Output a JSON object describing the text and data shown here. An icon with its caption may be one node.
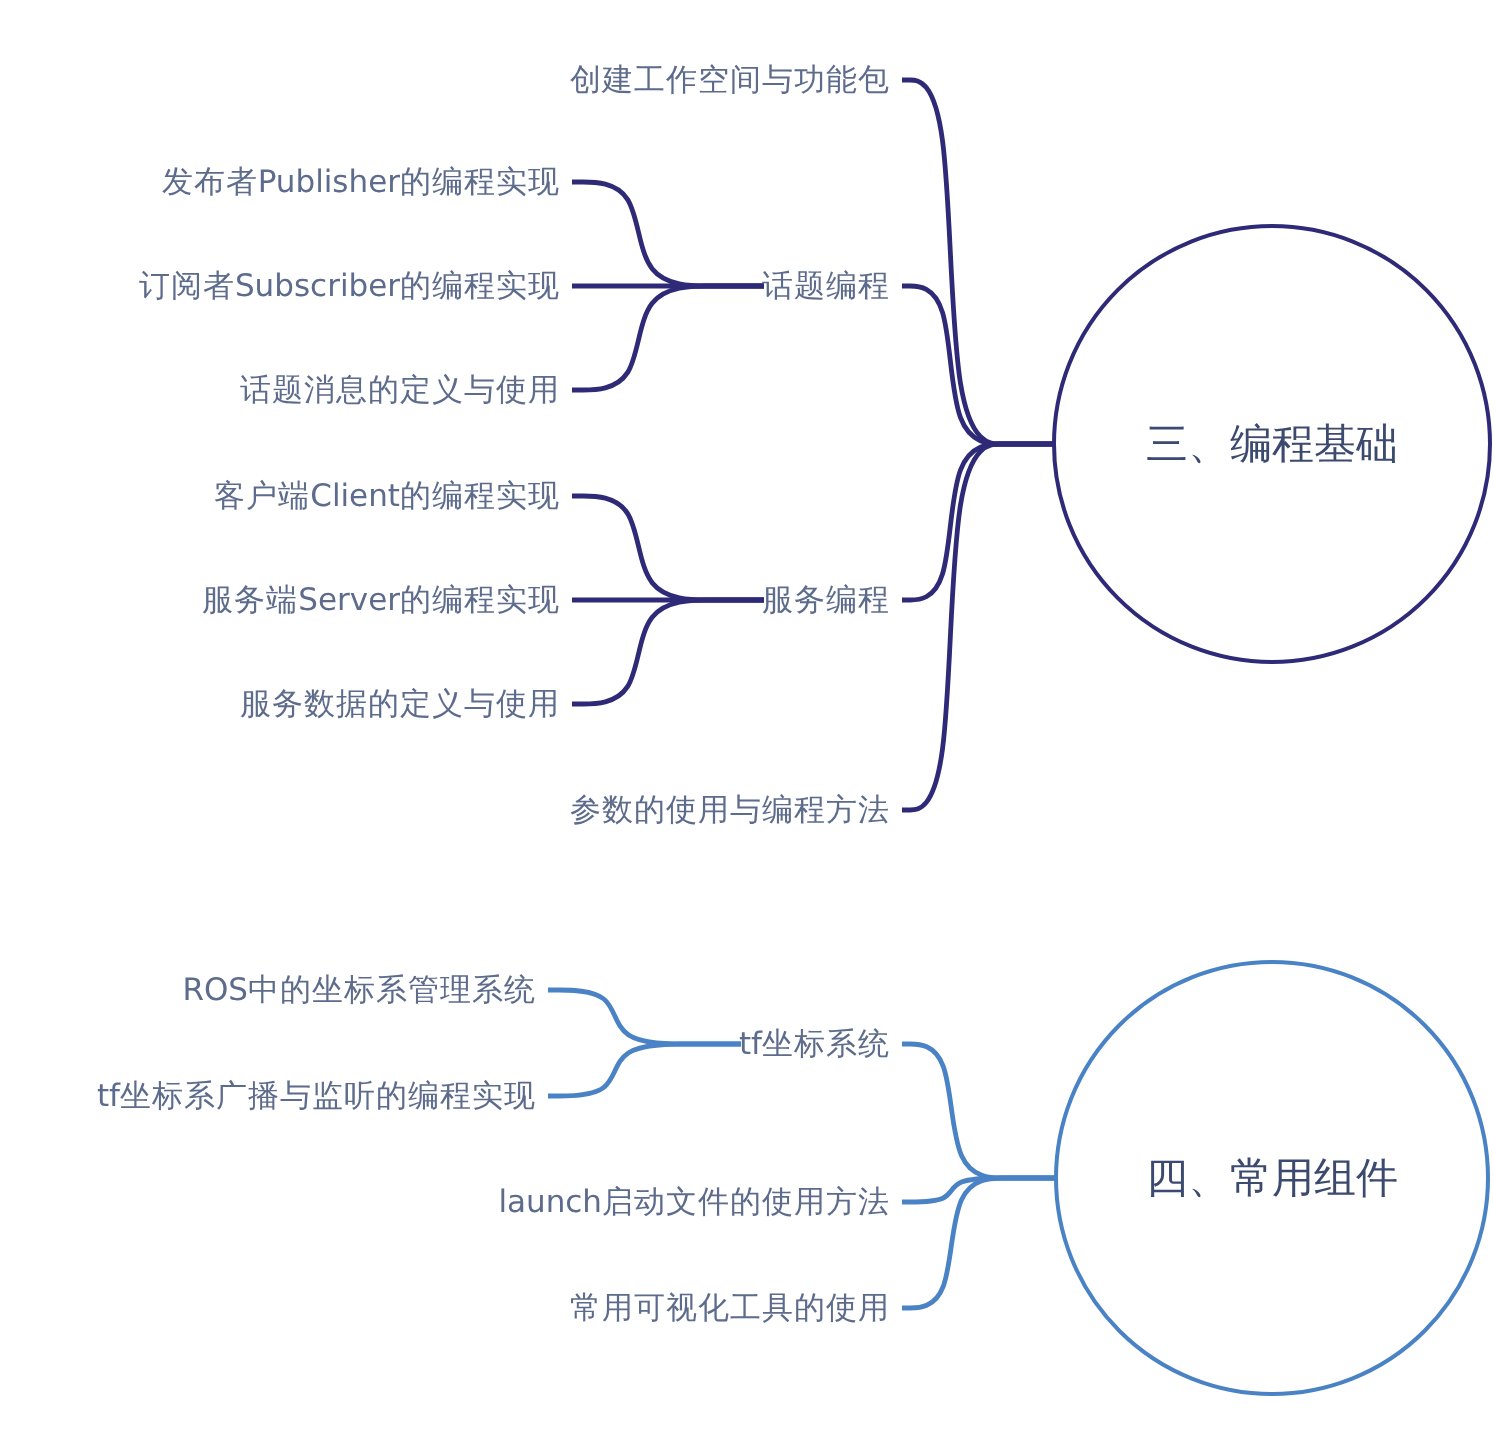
{
  "diagram": {
    "nodes": [
      {
        "text": [
          "三、编程基础"
        ]
      },
      {
        "text": [
          "创建工作空间与功能包"
        ]
      },
      {
        "text": [
          "话题编程"
        ]
      },
      {
        "text": [
          "发布者Publisher的编程实现"
        ]
      },
      {
        "text": [
          "订阅者Subscriber的编程实现"
        ]
      },
      {
        "text": [
          "话题消息的定义与使用"
        ]
      },
      {
        "text": [
          "服务编程"
        ]
      },
      {
        "text": [
          "客户端Client的编程实现"
        ]
      },
      {
        "text": [
          "服务端Server的编程实现"
        ]
      },
      {
        "text": [
          "服务数据的定义与使用"
        ]
      },
      {
        "text": [
          "参数的使用与编程方法"
        ]
      },
      {
        "text": [
          "四、常用组件"
        ]
      },
      {
        "text": [
          "tf坐标系统"
        ]
      },
      {
        "text": [
          "ROS中的坐标系管理系统"
        ]
      },
      {
        "text": [
          "tf坐标系广播与监听的编程实现"
        ]
      },
      {
        "text": [
          "launch启动文件的使用方法"
        ]
      },
      {
        "text": [
          "常用可视化工具的使用"
        ]
      }
    ],
    "edges": [
      {
        "from": 0,
        "to": 1,
        "arrow": "none"
      },
      {
        "from": 0,
        "to": 2,
        "arrow": "none"
      },
      {
        "from": 0,
        "to": 6,
        "arrow": "none"
      },
      {
        "from": 0,
        "to": 10,
        "arrow": "none"
      },
      {
        "from": 2,
        "to": 3,
        "arrow": "none"
      },
      {
        "from": 2,
        "to": 4,
        "arrow": "none"
      },
      {
        "from": 2,
        "to": 5,
        "arrow": "none"
      },
      {
        "from": 6,
        "to": 7,
        "arrow": "none"
      },
      {
        "from": 6,
        "to": 8,
        "arrow": "none"
      },
      {
        "from": 6,
        "to": 9,
        "arrow": "none"
      },
      {
        "from": 11,
        "to": 12,
        "arrow": "none",
        "color": "#4a82c6"
      },
      {
        "from": 11,
        "to": 15,
        "arrow": "none",
        "color": "#4a82c6"
      },
      {
        "from": 11,
        "to": 16,
        "arrow": "none",
        "color": "#4a82c6"
      },
      {
        "from": 12,
        "to": 13,
        "arrow": "none",
        "color": "#4a82c6"
      },
      {
        "from": 12,
        "to": 14,
        "arrow": "none",
        "color": "#4a82c6"
      }
    ]
  }
}
